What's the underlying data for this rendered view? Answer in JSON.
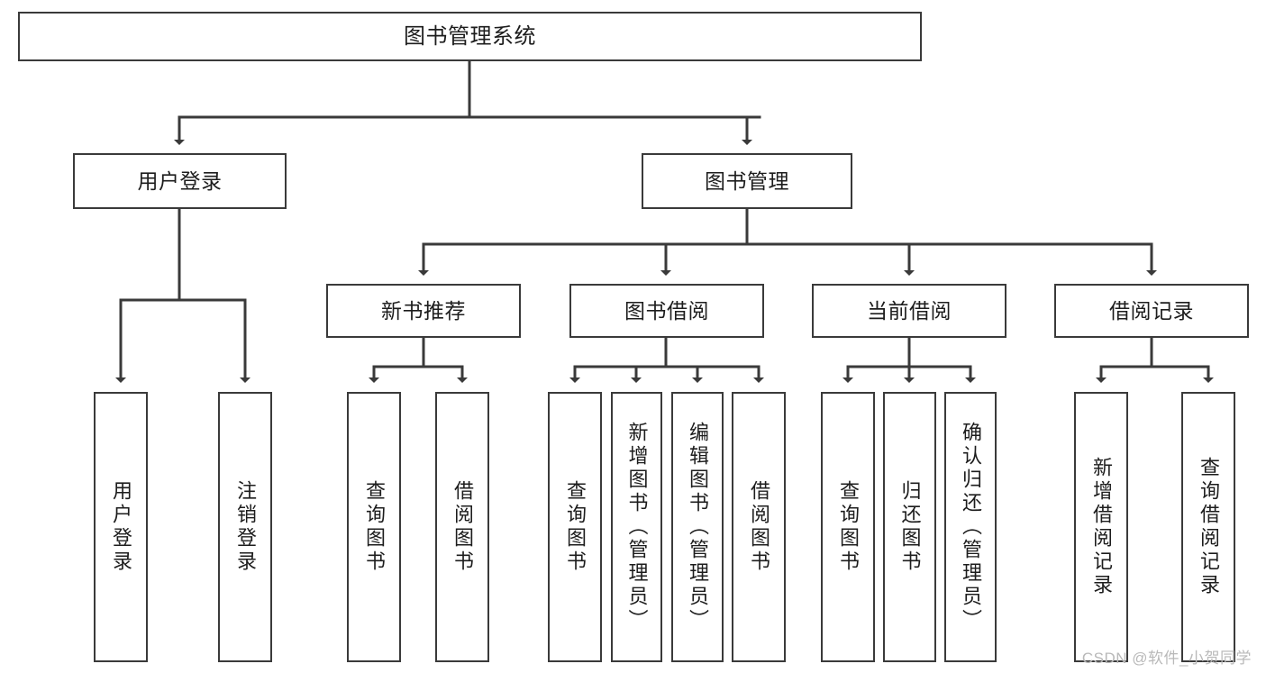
{
  "diagram": {
    "title": "图书管理系统",
    "type": "tree-hierarchy-chart",
    "watermark": "CSDN @软件_小贺同学",
    "colors": {
      "box_border": "#3a3a3a",
      "box_fill": "#ffffff",
      "connector": "#3a3a3a",
      "text": "#1d1d1d",
      "watermark": "#b9b9b9",
      "background": "#ffffff"
    },
    "levels": {
      "root": "图书管理系统",
      "level2": [
        "用户登录",
        "图书管理"
      ],
      "level3": [
        "新书推荐",
        "图书借阅",
        "当前借阅",
        "借阅记录"
      ]
    },
    "nodes": {
      "root": {
        "label": "图书管理系统"
      },
      "user_login": {
        "label": "用户登录"
      },
      "book_manage": {
        "label": "图书管理"
      },
      "new_book_rec": {
        "label": "新书推荐"
      },
      "book_borrow": {
        "label": "图书借阅"
      },
      "current_borrow": {
        "label": "当前借阅"
      },
      "borrow_record": {
        "label": "借阅记录"
      },
      "leaf_user_login": {
        "label": "用户登录"
      },
      "leaf_logout": {
        "label": "注销登录"
      },
      "leaf_query_book_a": {
        "label": "查询图书"
      },
      "leaf_borrow_book_a": {
        "label": "借阅图书"
      },
      "leaf_query_book_b": {
        "label": "查询图书"
      },
      "leaf_add_book": {
        "label": "新增图书（管理员）"
      },
      "leaf_edit_book": {
        "label": "编辑图书（管理员）"
      },
      "leaf_borrow_book_b": {
        "label": "借阅图书"
      },
      "leaf_query_book_c": {
        "label": "查询图书"
      },
      "leaf_return_book": {
        "label": "归还图书"
      },
      "leaf_confirm_return": {
        "label": "确认归还（管理员）"
      },
      "leaf_add_record": {
        "label": "新增借阅记录"
      },
      "leaf_query_record": {
        "label": "查询借阅记录"
      }
    },
    "edges": [
      {
        "from": "root",
        "to": "user_login"
      },
      {
        "from": "root",
        "to": "book_manage"
      },
      {
        "from": "user_login",
        "to": "leaf_user_login"
      },
      {
        "from": "user_login",
        "to": "leaf_logout"
      },
      {
        "from": "book_manage",
        "to": "new_book_rec"
      },
      {
        "from": "book_manage",
        "to": "book_borrow"
      },
      {
        "from": "book_manage",
        "to": "current_borrow"
      },
      {
        "from": "book_manage",
        "to": "borrow_record"
      },
      {
        "from": "new_book_rec",
        "to": "leaf_query_book_a"
      },
      {
        "from": "new_book_rec",
        "to": "leaf_borrow_book_a"
      },
      {
        "from": "book_borrow",
        "to": "leaf_query_book_b"
      },
      {
        "from": "book_borrow",
        "to": "leaf_add_book"
      },
      {
        "from": "book_borrow",
        "to": "leaf_edit_book"
      },
      {
        "from": "book_borrow",
        "to": "leaf_borrow_book_b"
      },
      {
        "from": "current_borrow",
        "to": "leaf_query_book_c"
      },
      {
        "from": "current_borrow",
        "to": "leaf_return_book"
      },
      {
        "from": "current_borrow",
        "to": "leaf_confirm_return"
      },
      {
        "from": "borrow_record",
        "to": "leaf_add_record"
      },
      {
        "from": "borrow_record",
        "to": "leaf_query_record"
      }
    ]
  }
}
